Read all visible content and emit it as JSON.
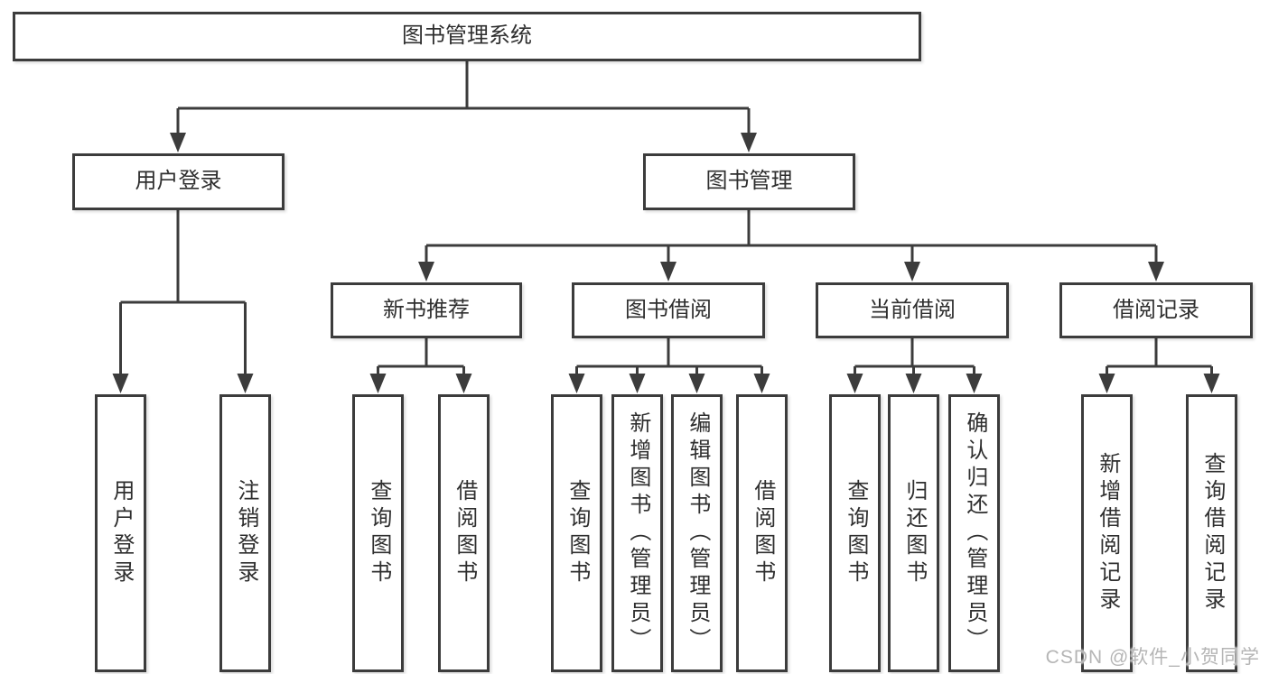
{
  "colors": {
    "line": "#3c3c3c",
    "text": "#2f2f2f",
    "background": "#ffffff",
    "watermark": "#b5b5b5"
  },
  "watermark": "CSDN @软件_小贺同学",
  "diagram": {
    "root": {
      "label": "图书管理系统"
    },
    "user_login": {
      "label": "用户登录",
      "children": [
        "用户登录",
        "注销登录"
      ]
    },
    "book_management": {
      "label": "图书管理",
      "new_books": {
        "label": "新书推荐",
        "children": [
          "查询图书",
          "借阅图书"
        ]
      },
      "book_borrowing": {
        "label": "图书借阅",
        "children": [
          "查询图书",
          "新增图书（管理员）",
          "编辑图书（管理员）",
          "借阅图书"
        ]
      },
      "current_borrowing": {
        "label": "当前借阅",
        "children": [
          "查询图书",
          "归还图书",
          "确认归还（管理员）"
        ]
      },
      "borrowing_records": {
        "label": "借阅记录",
        "children": [
          "新增借阅记录",
          "查询借阅记录"
        ]
      }
    }
  }
}
